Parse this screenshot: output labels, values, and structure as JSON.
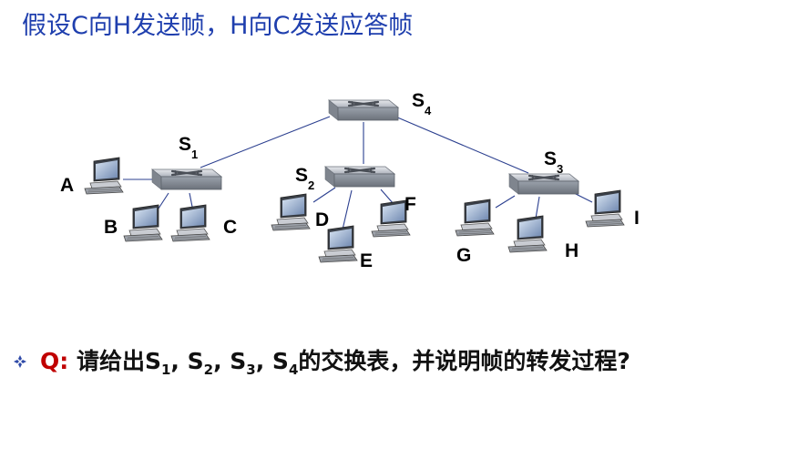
{
  "title": "假设C向H发送帧，H向C发送应答帧",
  "switches": [
    {
      "name": "S",
      "sub": "4"
    },
    {
      "name": "S",
      "sub": "1"
    },
    {
      "name": "S",
      "sub": "2"
    },
    {
      "name": "S",
      "sub": "3"
    }
  ],
  "hosts": [
    "A",
    "B",
    "C",
    "D",
    "E",
    "F",
    "G",
    "H",
    "I"
  ],
  "question": {
    "tag": "Q:",
    "part1": " 请给出S",
    "s1": "1",
    "part2": ", S",
    "s2": "2",
    "part3": ", S",
    "s3": "3",
    "part4": ", S",
    "s4": "4",
    "part5": "的交换表，并说明帧的转发过程?"
  },
  "colors": {
    "title": "#1f3fae",
    "link": "#2b3f8f",
    "q_tag": "#c00000",
    "bullet": "#2f4aa8"
  }
}
